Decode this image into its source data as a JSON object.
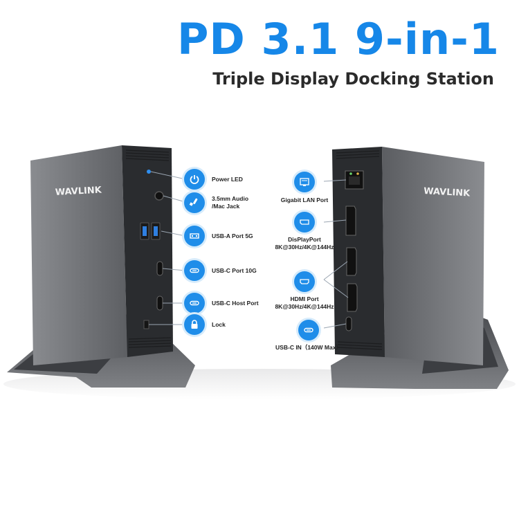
{
  "headline": {
    "title": "PD 3.1 9-in-1",
    "subtitle": "Triple Display Docking Station"
  },
  "brand": "WAVLINK",
  "colors": {
    "accent": "#1687e8",
    "dock_body": "#6d6f73",
    "dock_face": "#2a2c2f"
  },
  "left_callouts": [
    {
      "icon": "power-icon",
      "label": "Power LED"
    },
    {
      "icon": "headphone-jack-icon",
      "label": "3.5mm Audio\n/Mac Jack"
    },
    {
      "icon": "usb-a-icon",
      "label": "USB-A Port 5G"
    },
    {
      "icon": "usb-c-icon",
      "label": "USB-C Port 10G"
    },
    {
      "icon": "usb-c-host-icon",
      "label": "USB-C Host Port"
    },
    {
      "icon": "lock-icon",
      "label": "Lock"
    }
  ],
  "right_callouts": [
    {
      "icon": "ethernet-icon",
      "label": "Gigabit LAN Port"
    },
    {
      "icon": "displayport-icon",
      "label": "DisPlayPort\n8K@30Hz/4K@144Hz"
    },
    {
      "icon": "hdmi-icon",
      "label": "HDMI Port\n8K@30Hz/4K@144Hz"
    },
    {
      "icon": "usb-c-power-icon",
      "label": "USB-C IN（140W Max）"
    }
  ]
}
